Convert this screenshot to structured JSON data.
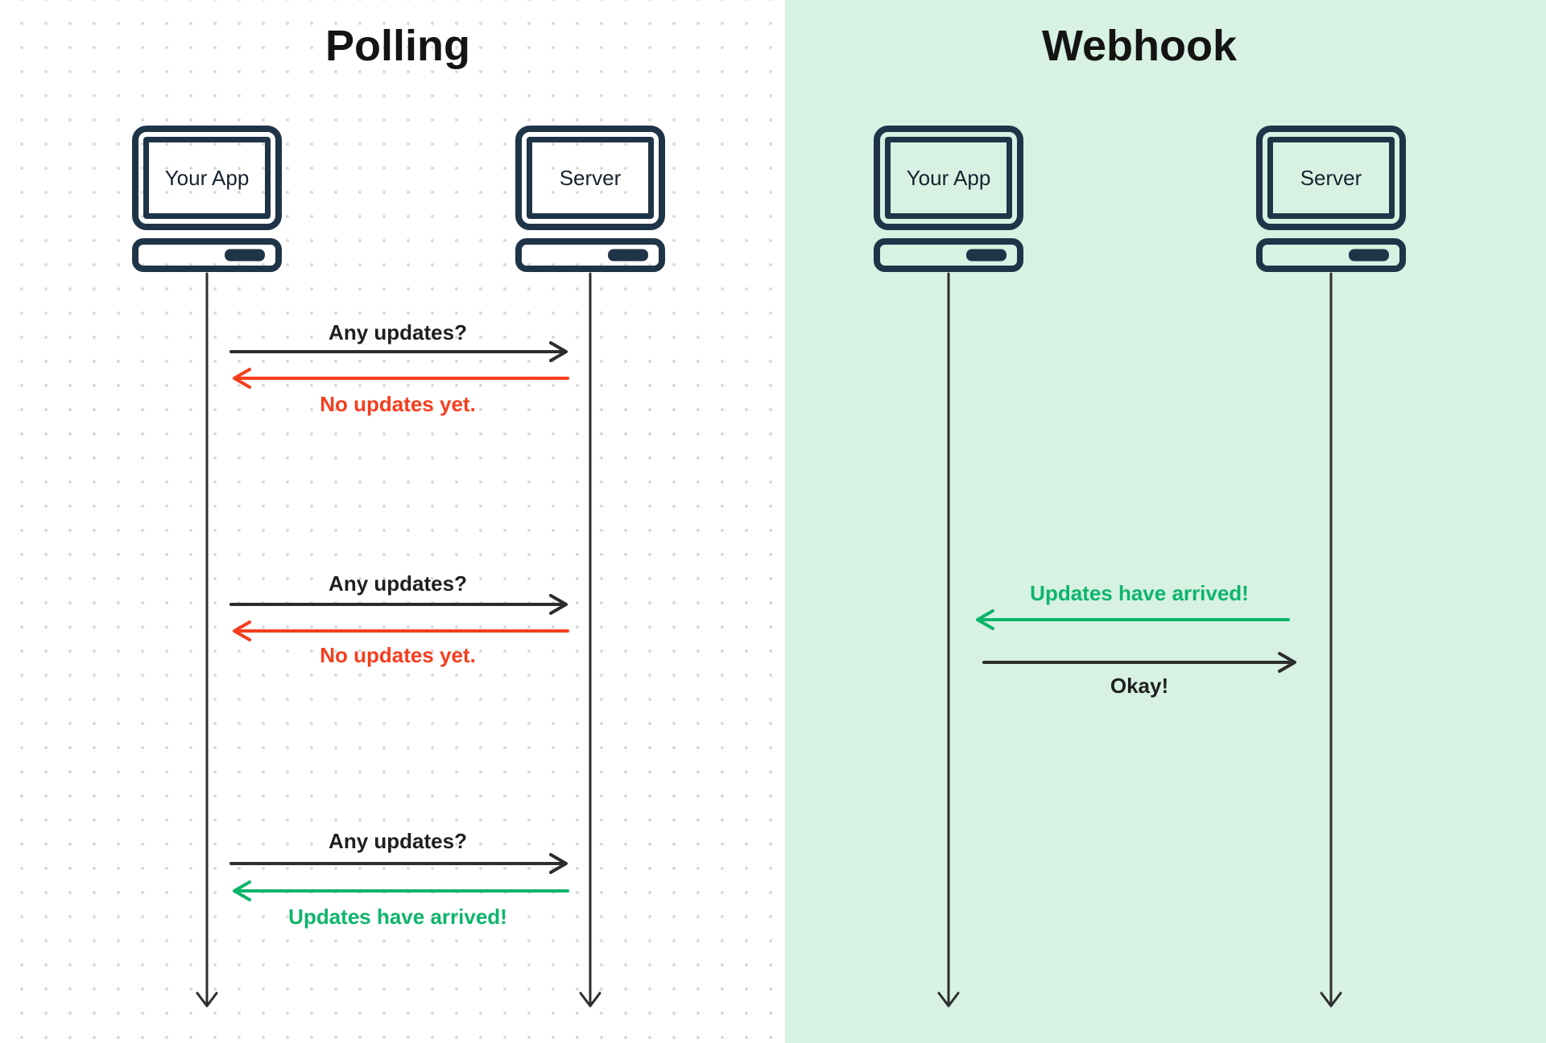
{
  "polling": {
    "title": "Polling",
    "actors": [
      {
        "label": "Your App"
      },
      {
        "label": "Server"
      }
    ],
    "exchanges": [
      {
        "request": "Any updates?",
        "response": "No updates yet.",
        "response_status": "negative"
      },
      {
        "request": "Any updates?",
        "response": "No updates yet.",
        "response_status": "negative"
      },
      {
        "request": "Any updates?",
        "response": "Updates have arrived!",
        "response_status": "positive"
      }
    ]
  },
  "webhook": {
    "title": "Webhook",
    "actors": [
      {
        "label": "Your App"
      },
      {
        "label": "Server"
      }
    ],
    "exchange": {
      "notification": "Updates have arrived!",
      "acknowledgement": "Okay!"
    }
  },
  "colors": {
    "panel_left_bg": "#ffffff",
    "panel_right_bg": "#d7f1e3",
    "icon_outline": "#203448",
    "arrow_black": "#2d2d2d",
    "negative_red": "#f53e1e",
    "positive_green": "#0db56b"
  }
}
